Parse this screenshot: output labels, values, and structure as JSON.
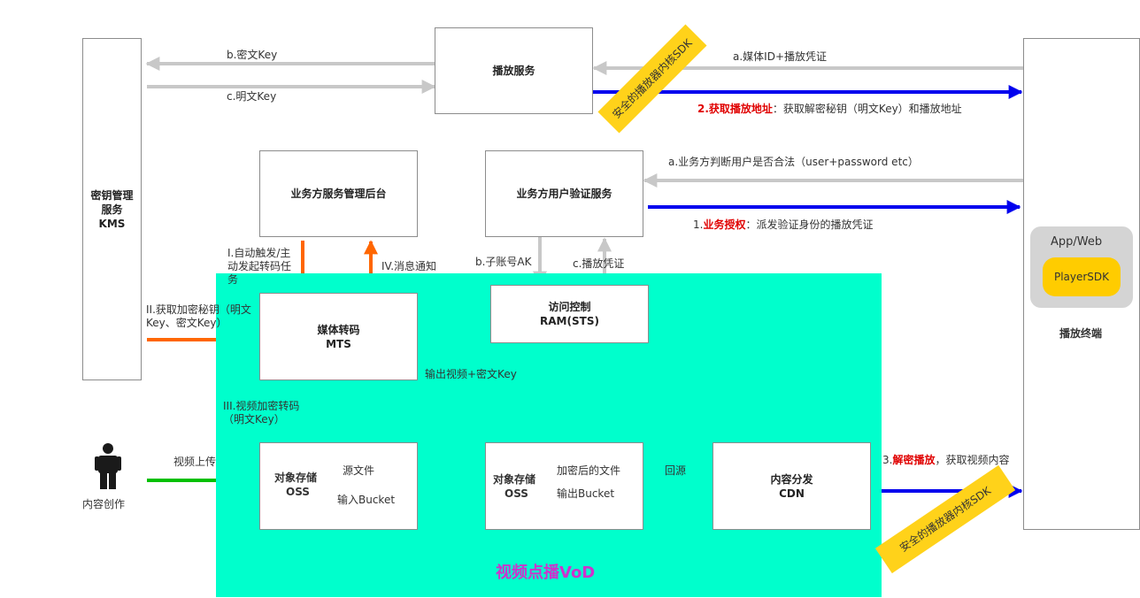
{
  "nodes": {
    "kms": [
      "密钥管理",
      "服务",
      "KMS"
    ],
    "playback_service": "播放服务",
    "biz_admin": "业务方服务管理后台",
    "biz_auth": "业务方用户验证服务",
    "mts": [
      "媒体转码",
      "MTS"
    ],
    "ram": [
      "访问控制",
      "RAM(STS)"
    ],
    "oss_in": {
      "title": [
        "对象存储",
        "OSS"
      ],
      "line1": "源文件",
      "line2": "输入Bucket"
    },
    "oss_out": {
      "title": [
        "对象存储",
        "OSS"
      ],
      "line1": "加密后的文件",
      "line2": "输出Bucket"
    },
    "cdn": [
      "内容分发",
      "CDN"
    ],
    "terminal": "播放终端",
    "app_web": "App/Web",
    "player_sdk": "PlayerSDK",
    "creator": "内容创作",
    "vod": "视频点播VoD"
  },
  "labels": {
    "b_cipher": "b.密文Key",
    "c_plain": "c.明文Key",
    "a_media": "a.媒体ID+播放凭证",
    "step2_red": "2.获取播放地址",
    "step2_rest": "：获取解密秘钥（明文Key）和播放地址",
    "a_biz": "a.业务方判断用户是否合法（user+password etc）",
    "step1_num": "1.",
    "step1_red": "业务授权",
    "step1_rest": "：派发验证身份的播放凭证",
    "b_ak": "b.子账号AK",
    "c_cred": "c.播放凭证",
    "i_trigger": "I.自动触发/主动发起转码任务",
    "iv_notify": "IV.消息通知",
    "ii_getkey": "II.获取加密秘钥（明文Key、密文Key）",
    "out_video": "输出视频+密文Key",
    "iii_encrypt": "III.视频加密转码（明文Key）",
    "upload": "视频上传",
    "origin": "回源",
    "step3_num": "3.",
    "step3_red": "解密播放",
    "step3_rest": "，获取视频内容",
    "sdk_banner": "安全的播放器内核SDK"
  },
  "colors": {
    "gray": "#c8c8c8",
    "blue": "#0000ee",
    "orange": "#ff6600",
    "green": "#00c000",
    "pink": "#f0a0f0",
    "vod_bg": "#00ffcc",
    "vod_text": "#cc33cc",
    "banner": "#ffd21a",
    "sdk_fill": "#ffcc00",
    "appweb_bg": "#d4d4d4"
  }
}
